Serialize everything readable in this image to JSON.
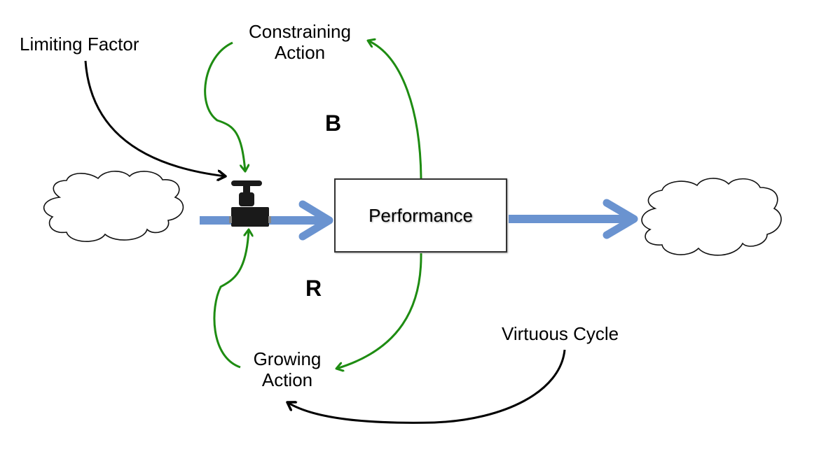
{
  "diagram": {
    "type": "stock-and-flow",
    "stock": {
      "label": "Performance"
    },
    "variables": {
      "limiting_factor": "Limiting Factor",
      "constraining_action": [
        "Constraining",
        "Action"
      ],
      "growing_action": [
        "Growing",
        "Action"
      ],
      "virtuous_cycle": "Virtuous Cycle"
    },
    "loops": {
      "balancing": "B",
      "reinforcing": "R"
    },
    "colors": {
      "flow": "#6a93d0",
      "link_green": "#1e8c12",
      "link_black": "#000000",
      "valve": "#1a1a1a"
    }
  }
}
